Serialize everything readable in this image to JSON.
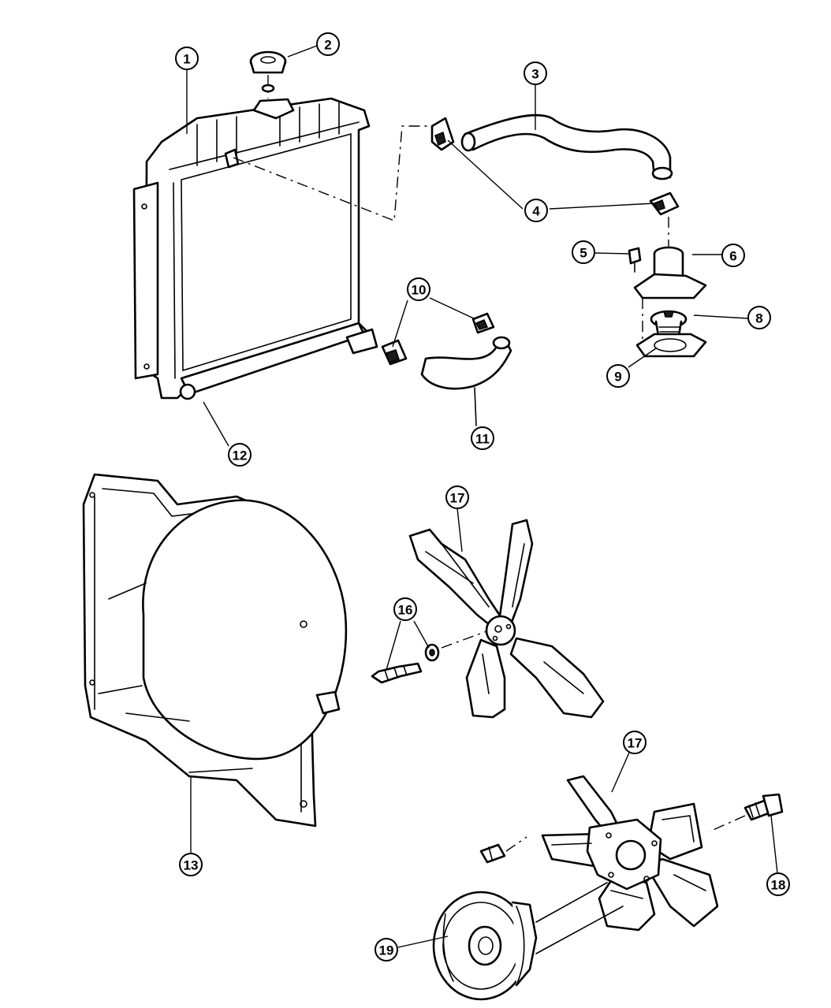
{
  "diagram": {
    "callouts": [
      {
        "id": "c1",
        "label": "1"
      },
      {
        "id": "c2",
        "label": "2"
      },
      {
        "id": "c3",
        "label": "3"
      },
      {
        "id": "c4",
        "label": "4"
      },
      {
        "id": "c5",
        "label": "5"
      },
      {
        "id": "c6",
        "label": "6"
      },
      {
        "id": "c8",
        "label": "8"
      },
      {
        "id": "c9",
        "label": "9"
      },
      {
        "id": "c10",
        "label": "10"
      },
      {
        "id": "c11",
        "label": "11"
      },
      {
        "id": "c12",
        "label": "12"
      },
      {
        "id": "c13",
        "label": "13"
      },
      {
        "id": "c16",
        "label": "16"
      },
      {
        "id": "c17a",
        "label": "17"
      },
      {
        "id": "c17b",
        "label": "17"
      },
      {
        "id": "c18",
        "label": "18"
      },
      {
        "id": "c19",
        "label": "19"
      }
    ],
    "colors": {
      "line": "#000000",
      "background": "#ffffff"
    }
  }
}
